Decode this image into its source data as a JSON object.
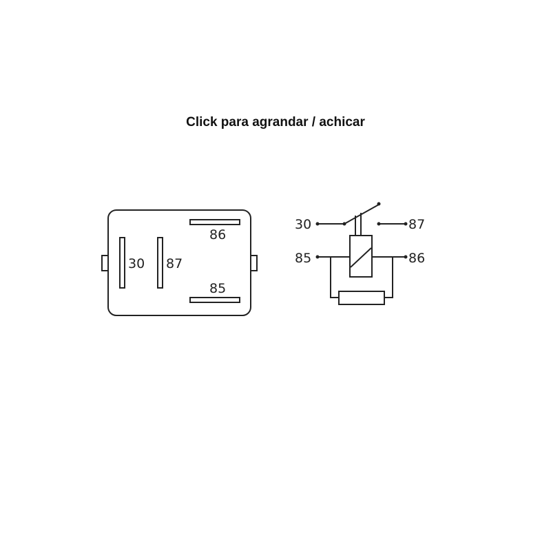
{
  "caption": "Click para agrandar / achicar",
  "relay_body": {
    "pins": {
      "p30": "30",
      "p87": "87",
      "p86": "86",
      "p85": "85"
    }
  },
  "schematic": {
    "terminals": {
      "t30": "30",
      "t87": "87",
      "t85": "85",
      "t86": "86"
    }
  },
  "colors": {
    "line": "#222222",
    "background": "#ffffff"
  }
}
